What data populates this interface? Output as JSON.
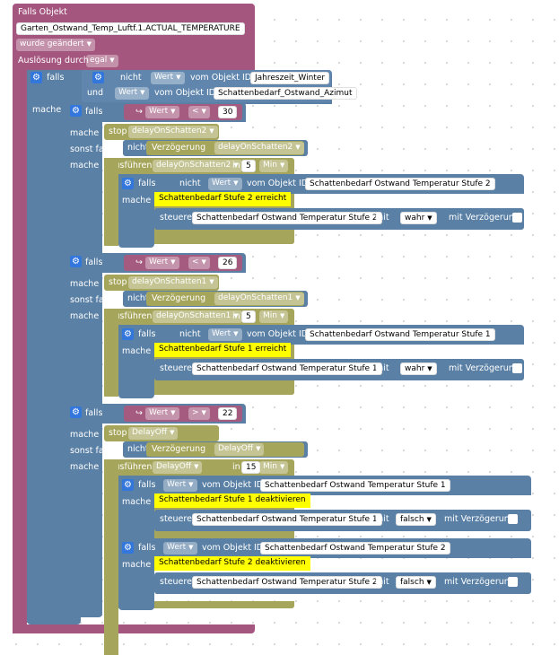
{
  "trigger": {
    "title": "Falls Objekt",
    "object_id": "Garten_Ostwand_Temp_Luftf.1.ACTUAL_TEMPERATURE",
    "condition": "wurde geändert",
    "trigger_label": "Auslösung durch",
    "trigger_value": "egal"
  },
  "outer": {
    "if_label": "falls",
    "do_label": "mache",
    "not_label": "nicht",
    "and_label": "und",
    "value_label": "Wert",
    "from_object_label": "vom Objekt ID",
    "obj1": "Jahreszeit_Winter",
    "obj2": "Schattenbedarf_Ostwand_Azimut"
  },
  "common": {
    "if_label": "falls",
    "do_label": "mache",
    "stop_label": "stop",
    "elseif_label": "sonst falls",
    "not_label": "nicht",
    "delay_label": "Verzögerung",
    "exec_label": "Ausführen",
    "in_label": "in",
    "unit": "Min",
    "value_label": "Wert",
    "from_object_label": "vom Objekt ID",
    "control_label": "steuere",
    "with_label": "mit",
    "with_delay_label": "mit Verzögerung"
  },
  "blocks": [
    {
      "op": "<",
      "num": "30",
      "timer": "delayOnSchatten2",
      "delay": "5",
      "negate": true,
      "check_obj": "Schattenbedarf Ostwand Temperatur Stufe 2",
      "comment": "Schattenbedarf Stufe 2 erreicht",
      "actions": [
        {
          "obj": "Schattenbedarf Ostwand Temperatur Stufe 2",
          "val": "wahr"
        }
      ]
    },
    {
      "op": "<",
      "num": "26",
      "timer": "delayOnSchatten1",
      "delay": "5",
      "negate": true,
      "check_obj": "Schattenbedarf Ostwand Temperatur Stufe 1",
      "comment": "Schattenbedarf Stufe 1 erreicht",
      "actions": [
        {
          "obj": "Schattenbedarf Ostwand Temperatur Stufe 1",
          "val": "wahr"
        }
      ]
    },
    {
      "op": ">",
      "num": "22",
      "timer": "DelayOff",
      "delay": "15",
      "negate": false,
      "inner": [
        {
          "check_obj": "Schattenbedarf Ostwand Temperatur Stufe 1",
          "comment": "Schattenbedarf Stufe 1 deaktivieren",
          "obj": "Schattenbedarf Ostwand Temperatur Stufe 1",
          "val": "falsch"
        },
        {
          "check_obj": "Schattenbedarf Ostwand Temperatur Stufe 2",
          "comment": "Schattenbedarf Stufe 2 deaktivieren",
          "obj": "Schattenbedarf Ostwand Temperatur Stufe 2",
          "val": "falsch"
        }
      ]
    }
  ]
}
